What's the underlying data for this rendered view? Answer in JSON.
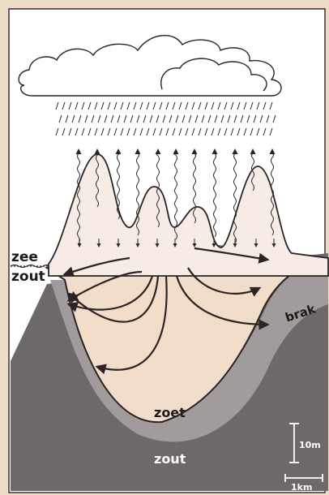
{
  "labels": {
    "sea": "zee",
    "salt_upper": "zout",
    "brackish": "brak",
    "fresh": "zoet",
    "salt_lower": "zout"
  },
  "scale": {
    "vertical": "10m",
    "horizontal": "1km"
  },
  "colors": {
    "background": "#eddcc5",
    "panel": "#ffffff",
    "fresh_lens": "#f2ddcb",
    "dune": "#f7ece5",
    "salt_ground": "#6d6869",
    "brackish_band": "#a29b9b",
    "outline": "#2a2424",
    "arrow": "#2a2424"
  },
  "icons": [
    "cloud-icon",
    "rain",
    "evaporation-arrow",
    "infiltration-arrow",
    "flow-arrow"
  ]
}
